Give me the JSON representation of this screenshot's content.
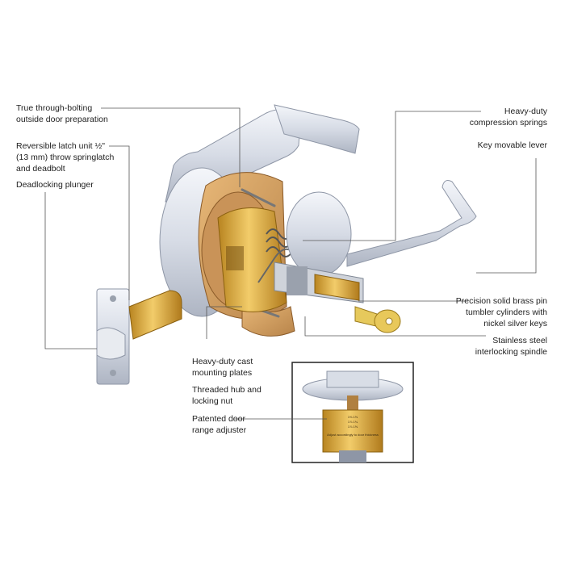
{
  "labels": {
    "through_bolting": "True through-bolting\noutside door preparation",
    "reversible_latch": "Reversible latch unit ½\"\n(13 mm) throw springlatch\nand deadbolt",
    "deadlocking_plunger": "Deadlocking plunger",
    "compression_springs": "Heavy-duty\ncompression springs",
    "key_movable_lever": "Key movable lever",
    "pin_tumbler": "Precision solid brass pin\ntumbler cylinders with\nnickel silver keys",
    "spindle": "Stainless steel\ninterlocking spindle",
    "mounting_plates": "Heavy-duty cast\nmounting plates",
    "threaded_hub": "Threaded hub and\nlocking nut",
    "range_adjuster": "Patented door\nrange adjuster"
  },
  "inset": {
    "scale_rows": [
      "1⅜  1⅝",
      "1⅞  1¾",
      "1⅞  1⅝"
    ],
    "scale_note": "Adjust accordingly\nto door thickness"
  },
  "colors": {
    "chrome": "#d9dee8",
    "brass": "#e0b24a",
    "casting": "#d7a163",
    "leader": "#555555"
  }
}
